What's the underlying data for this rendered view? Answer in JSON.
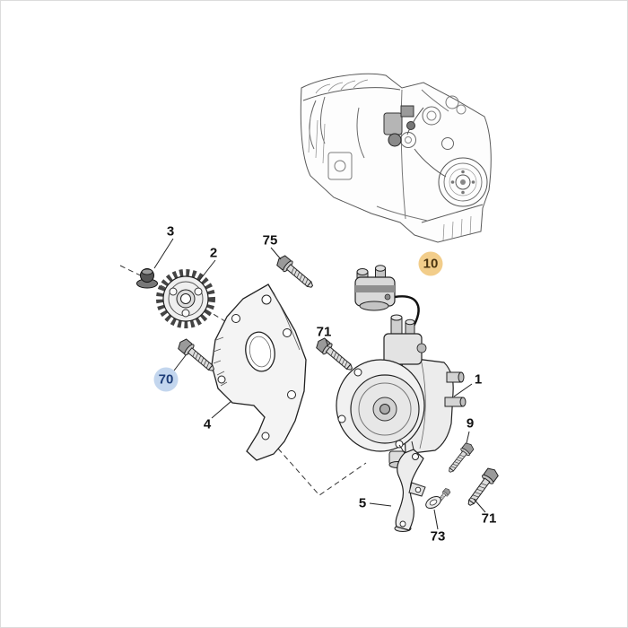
{
  "page": {
    "background": "#ffffff",
    "frame_border_color": "#dcdcdc"
  },
  "diagram": {
    "highlight_colors": {
      "orange": "#f2cd8a",
      "blue": "#c3d6ee"
    },
    "callouts": [
      {
        "label": "3",
        "highlight": "none"
      },
      {
        "label": "2",
        "highlight": "none"
      },
      {
        "label": "75",
        "highlight": "none"
      },
      {
        "label": "10",
        "highlight": "orange"
      },
      {
        "label": "71",
        "highlight": "none"
      },
      {
        "label": "70",
        "highlight": "blue"
      },
      {
        "label": "1",
        "highlight": "none"
      },
      {
        "label": "4",
        "highlight": "none"
      },
      {
        "label": "9",
        "highlight": "none"
      },
      {
        "label": "5",
        "highlight": "none"
      },
      {
        "label": "73",
        "highlight": "none"
      },
      {
        "label": "71",
        "highlight": "none"
      }
    ]
  }
}
